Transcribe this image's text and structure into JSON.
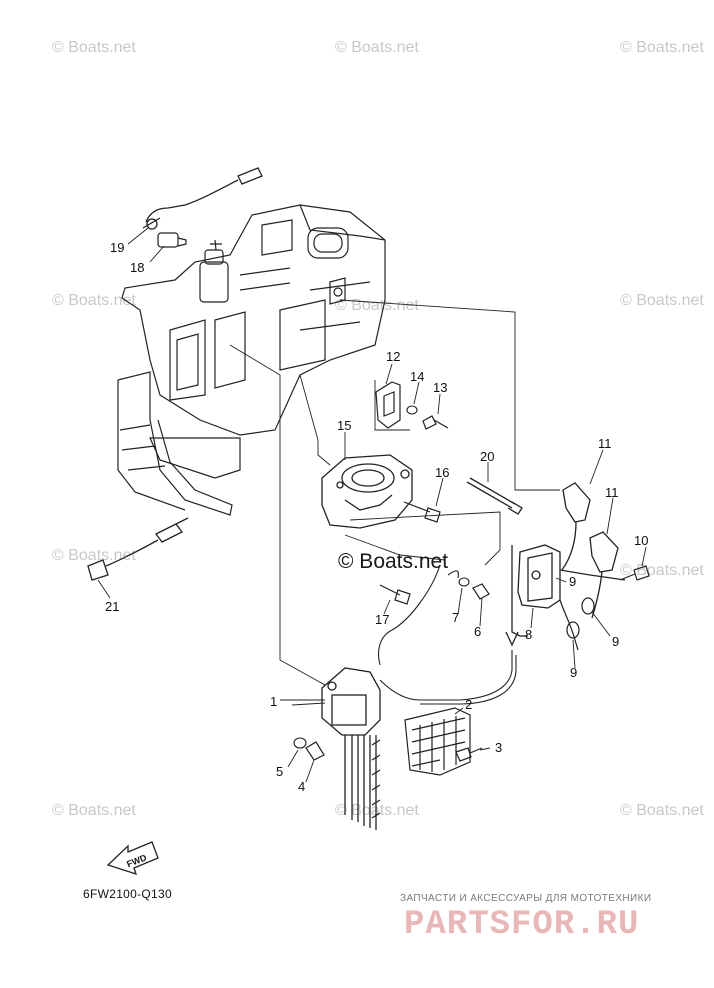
{
  "watermark": {
    "text": "© Boats.net"
  },
  "callouts": {
    "c1": "1",
    "c2": "2",
    "c3": "3",
    "c4": "4",
    "c5": "5",
    "c6": "6",
    "c7": "7",
    "c8": "8",
    "c9a": "9",
    "c9b": "9",
    "c9c": "9",
    "c10": "10",
    "c11a": "11",
    "c11b": "11",
    "c12": "12",
    "c13": "13",
    "c14": "14",
    "c15": "15",
    "c16": "16",
    "c17": "17",
    "c18": "18",
    "c19": "19",
    "c20": "20",
    "c21": "21"
  },
  "fwd_badge": "FWD",
  "diagram_code": "6FW2100-Q130",
  "brand": {
    "tagline": "ЗАПЧАСТИ И АКСЕССУАРЫ ДЛЯ МОТОТЕХНИКИ",
    "logo": "PARTSFOR.RU",
    "logo_color": "#e8b7b7"
  },
  "colors": {
    "line": "#222222",
    "watermark": "#c8c8c8"
  }
}
